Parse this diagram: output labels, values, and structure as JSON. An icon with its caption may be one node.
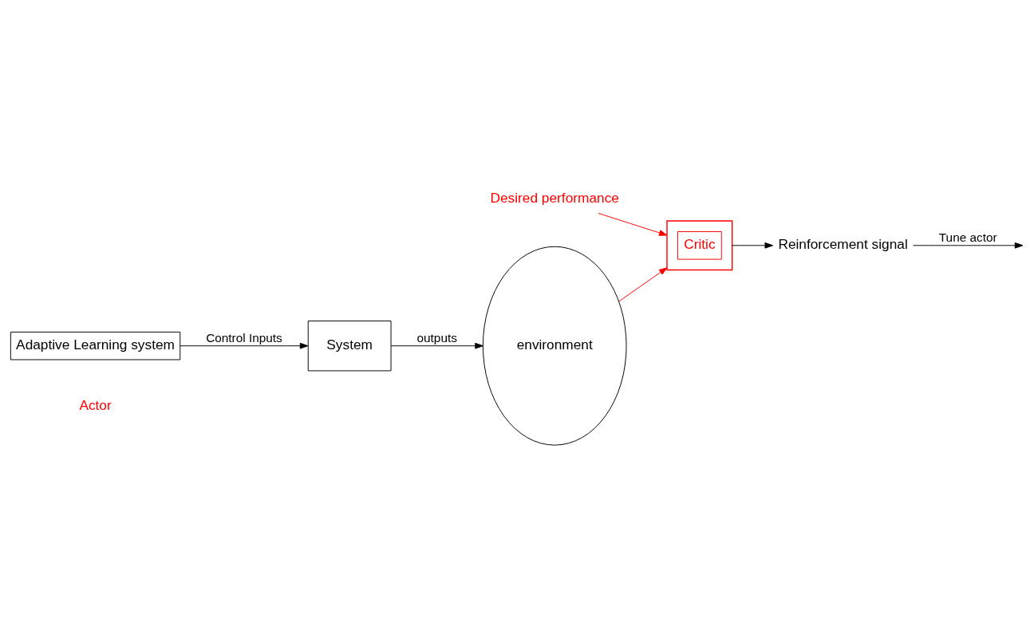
{
  "diagram": {
    "nodes": [
      {
        "text": [
          "Desired performance"
        ]
      },
      {
        "text": [],
        "shape": "box"
      },
      {
        "text": [
          "Critic"
        ],
        "in": 1
      },
      {
        "text": [
          "environment"
        ]
      },
      {
        "text": [
          "Reinforcement signal"
        ]
      },
      {
        "text": [
          "Adaptive Learning system"
        ],
        "beside": [
          "Actor"
        ]
      },
      {
        "text": [
          "System"
        ]
      }
    ],
    "edges": [
      {
        "from": 0,
        "to": 1,
        "arrow": "to",
        "color": "#ff0000"
      },
      {
        "from": 3,
        "to": 1,
        "arrow": "to",
        "color": "#ff0000"
      },
      {
        "from": 1,
        "to": 4,
        "arrow": "to"
      },
      {
        "from": 4,
        "to": null,
        "arrow": "to",
        "label": "Tune actor"
      },
      {
        "from": 5,
        "to": 6,
        "arrow": "to",
        "label": "Control Inputs"
      },
      {
        "from": 6,
        "to": 3,
        "arrow": "to",
        "label": "outputs"
      }
    ]
  }
}
